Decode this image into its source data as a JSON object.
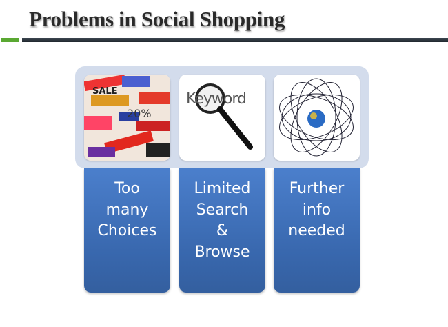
{
  "slide": {
    "title": "Problems in Social Shopping",
    "accent_green": "#5aa832",
    "column_blue": "#4b7fcc",
    "panel_color": "#d3dcec"
  },
  "items": [
    {
      "image": "sale-collage-image",
      "image_text": "SALE",
      "lines": [
        "Too",
        "many",
        "Choices"
      ]
    },
    {
      "image": "magnifying-glass-keyword-image",
      "image_text": "Keyword",
      "lines": [
        "Limited",
        "Search",
        "&",
        "Browse"
      ]
    },
    {
      "image": "satellite-orbits-globe-image",
      "lines": [
        "Further",
        "info",
        "needed"
      ]
    }
  ]
}
